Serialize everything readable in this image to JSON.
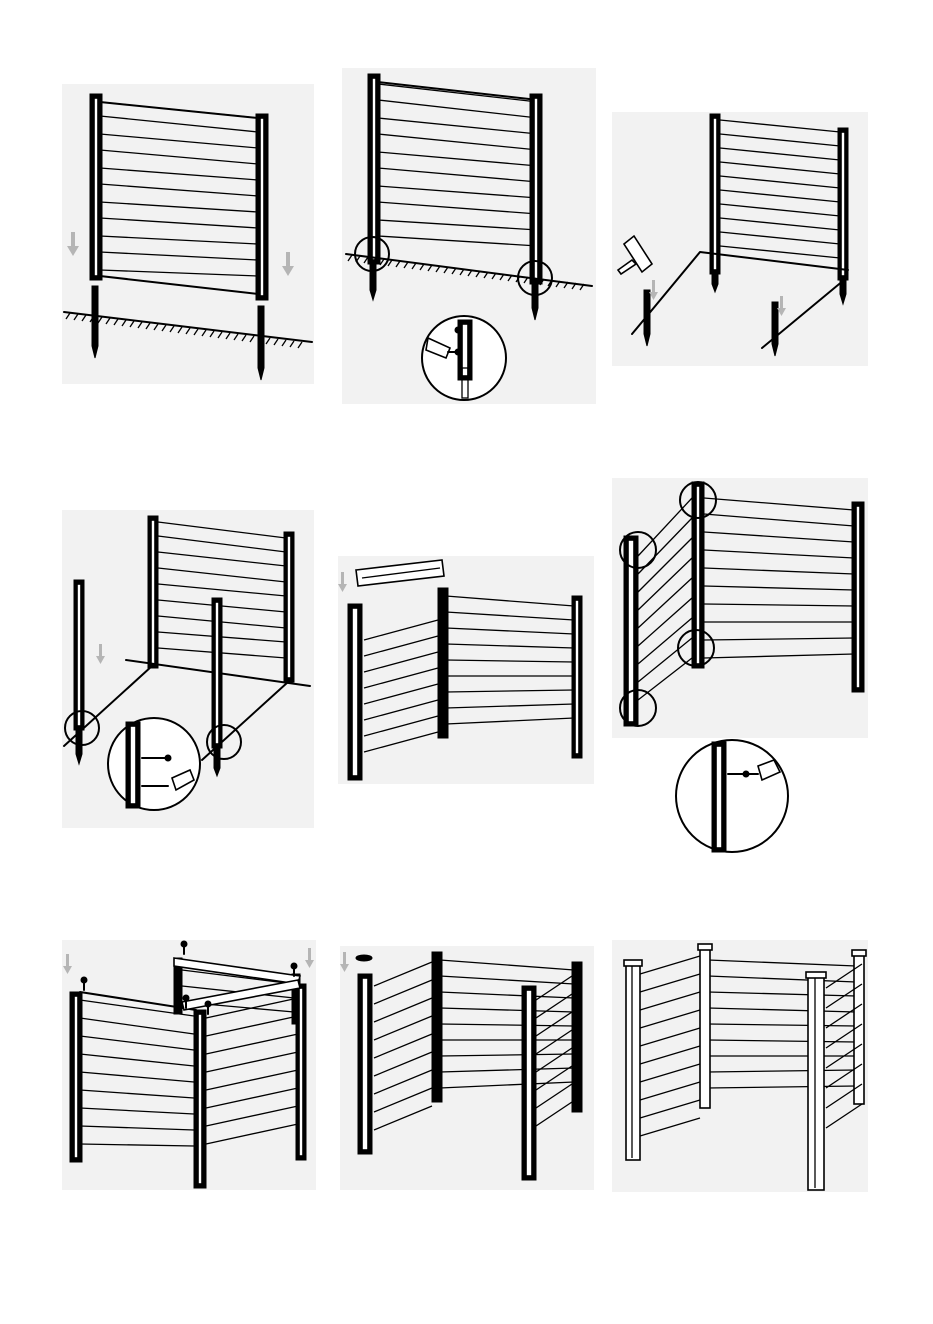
{
  "document": {
    "type": "assembly-instructions",
    "panels_per_row": 3,
    "rows": 3,
    "text": []
  },
  "colors": {
    "line": "#000000",
    "arrow": "#b5b5b5",
    "panel_background": "#f2f2f2",
    "page": "#ffffff"
  },
  "icons": [
    "down-arrow-icon",
    "hammer-icon",
    "screw-icon",
    "screwdriver-icon",
    "magnifier-circle-icon",
    "post-cap-icon"
  ]
}
